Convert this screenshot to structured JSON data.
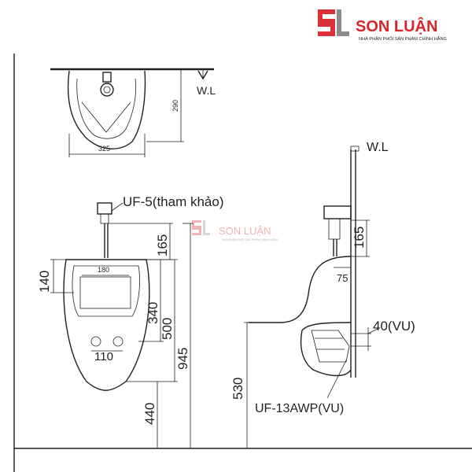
{
  "brand": {
    "name": "SON LUẬN",
    "tagline": "NHÀ PHÂN PHỐI SẢN PHẨM CHÍNH HÃNG",
    "mark": "SL",
    "red": "#d7262c",
    "grey": "#8c8c8c"
  },
  "top_view": {
    "wl_label": "W.L",
    "width_dim": "325",
    "depth_dim": "290"
  },
  "front_view": {
    "valve_label": "UF-5(tham khảo)",
    "dim_165": "165",
    "dim_140": "140",
    "dim_180": "180",
    "dim_340": "340",
    "dim_500": "500",
    "dim_945": "945",
    "dim_110": "110",
    "dim_440": "440"
  },
  "side_view": {
    "wl_label": "W.L",
    "dim_165": "165",
    "dim_75": "75",
    "dim_40": "40(VU)",
    "dim_530": "530",
    "model_label": "UF-13AWP(VU)"
  }
}
